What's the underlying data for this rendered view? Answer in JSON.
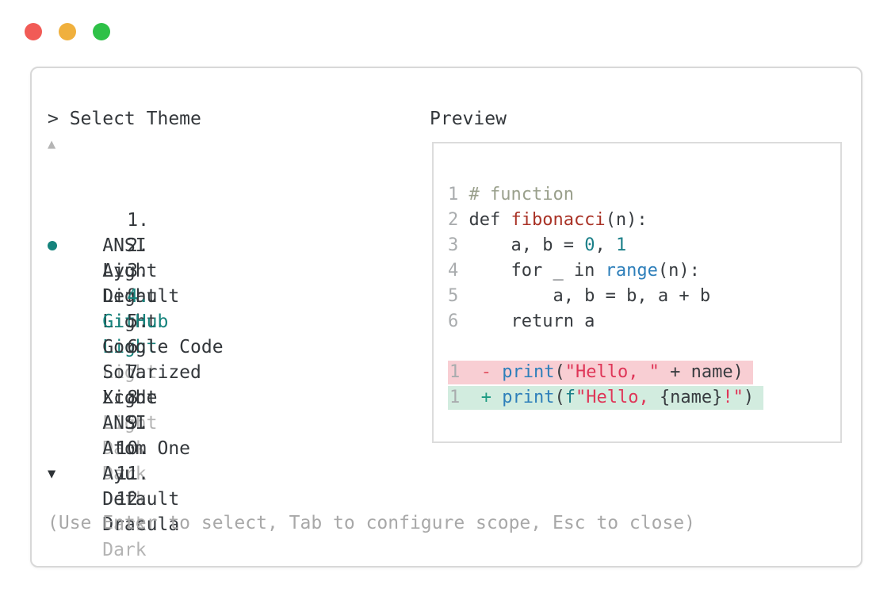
{
  "window": {
    "traffic_lights": [
      {
        "name": "close",
        "color": "#f15b56"
      },
      {
        "name": "minimize",
        "color": "#f0b03d"
      },
      {
        "name": "zoom",
        "color": "#2ec147"
      }
    ]
  },
  "theme_picker": {
    "title": "> Select Theme",
    "scroll_up_icon": "▲",
    "scroll_down_icon": "▼",
    "selected_index": 3,
    "items": [
      {
        "number": "1.",
        "name": "ANSI",
        "variant": "Light",
        "variant_style": "normal"
      },
      {
        "number": "2.",
        "name": "Ayu",
        "variant": "Light",
        "variant_style": "normal"
      },
      {
        "number": "3.",
        "name": "Default",
        "variant": "Light",
        "variant_style": "normal"
      },
      {
        "number": "4.",
        "name": "GitHub",
        "variant": "Light",
        "variant_style": "selected"
      },
      {
        "number": "5.",
        "name": "Google Code",
        "variant": "Light",
        "variant_style": "muted"
      },
      {
        "number": "6.",
        "name": "Solarized",
        "variant": "Light",
        "variant_style": "normal"
      },
      {
        "number": "7.",
        "name": "Xcode",
        "variant": "Light",
        "variant_style": "muted"
      },
      {
        "number": "8.",
        "name": "ANSI",
        "variant": "Dark",
        "variant_style": "muted"
      },
      {
        "number": "9.",
        "name": "Atom One",
        "variant": "Dark",
        "variant_style": "muted"
      },
      {
        "number": "10.",
        "name": "Ayu",
        "variant": "Dark",
        "variant_style": "muted"
      },
      {
        "number": "11.",
        "name": "Default",
        "variant": "Dark",
        "variant_style": "muted"
      },
      {
        "number": "12.",
        "name": "Dracula",
        "variant": "Dark",
        "variant_style": "muted"
      }
    ],
    "help_text": "(Use Enter to select, Tab to configure scope, Esc to close)"
  },
  "preview": {
    "title": "Preview",
    "code_lines": [
      {
        "number": "1",
        "segments": [
          {
            "text": "# function",
            "token": "comment"
          }
        ]
      },
      {
        "number": "2",
        "segments": [
          {
            "text": "def ",
            "token": "plain"
          },
          {
            "text": "fibonacci",
            "token": "function"
          },
          {
            "text": "(n):",
            "token": "plain"
          }
        ]
      },
      {
        "number": "3",
        "segments": [
          {
            "text": "    a, b = ",
            "token": "plain"
          },
          {
            "text": "0",
            "token": "number"
          },
          {
            "text": ", ",
            "token": "plain"
          },
          {
            "text": "1",
            "token": "number"
          }
        ]
      },
      {
        "number": "4",
        "segments": [
          {
            "text": "    for _ in ",
            "token": "plain"
          },
          {
            "text": "range",
            "token": "builtin"
          },
          {
            "text": "(n):",
            "token": "plain"
          }
        ]
      },
      {
        "number": "5",
        "segments": [
          {
            "text": "        a, b = b, a + b",
            "token": "plain"
          }
        ]
      },
      {
        "number": "6",
        "segments": [
          {
            "text": "    return a",
            "token": "plain"
          }
        ]
      }
    ],
    "diff_lines": [
      {
        "number": "1",
        "kind": "removed",
        "segments": [
          {
            "text": " ",
            "token": "plain"
          },
          {
            "text": "-",
            "token": "diff-minus"
          },
          {
            "text": " ",
            "token": "plain"
          },
          {
            "text": "print",
            "token": "builtin"
          },
          {
            "text": "(",
            "token": "plain"
          },
          {
            "text": "\"Hello, \"",
            "token": "string"
          },
          {
            "text": " + name)",
            "token": "plain"
          }
        ]
      },
      {
        "number": "1",
        "kind": "added",
        "segments": [
          {
            "text": " ",
            "token": "plain"
          },
          {
            "text": "+",
            "token": "diff-plus"
          },
          {
            "text": " ",
            "token": "plain"
          },
          {
            "text": "print",
            "token": "builtin"
          },
          {
            "text": "(",
            "token": "plain"
          },
          {
            "text": "f",
            "token": "fprefix"
          },
          {
            "text": "\"Hello, ",
            "token": "string"
          },
          {
            "text": "{name}",
            "token": "plain"
          },
          {
            "text": "!\"",
            "token": "string"
          },
          {
            "text": ")",
            "token": "plain"
          }
        ]
      }
    ]
  },
  "colors": {
    "accent_selected": "#15837c",
    "muted_text": "#b4b4b4",
    "dark_text": "#33373b",
    "help_text": "#a8a8a8",
    "window_border": "#d8d8d8",
    "preview_border": "#dcdcdc",
    "diff_removed_bg": "#f8ced3",
    "diff_added_bg": "#d2ecdf",
    "token_comment": "#9aa08c",
    "token_function": "#a93226",
    "token_number": "#1a7f88",
    "token_builtin": "#2e7fba",
    "token_string": "#df3557",
    "token_diff_minus": "#e25563",
    "token_diff_plus": "#1d9b82"
  }
}
